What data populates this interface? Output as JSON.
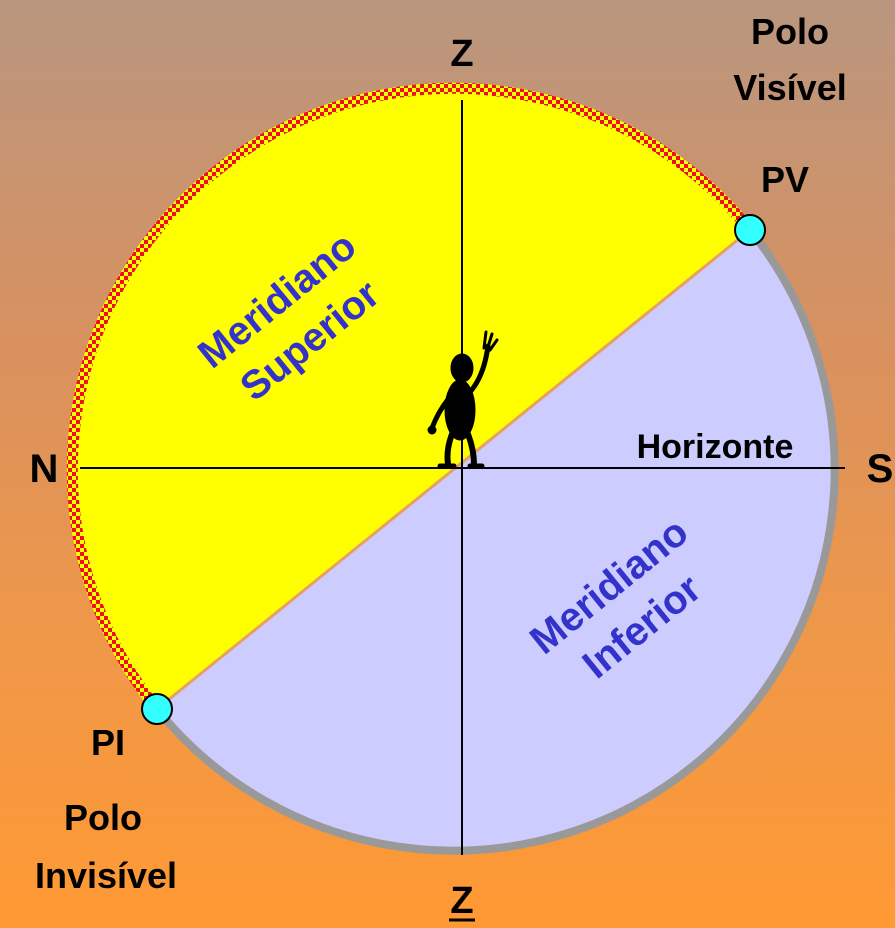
{
  "labels": {
    "zenith": "Z",
    "nadir": "Z",
    "north": "N",
    "south": "S",
    "horizon": "Horizonte",
    "visible_pole_abbr": "PV",
    "visible_pole_line1": "Polo",
    "visible_pole_line2": "Visível",
    "invisible_pole_abbr": "PI",
    "invisible_pole_line1": "Polo",
    "invisible_pole_line2": "Invisível",
    "upper_meridian_line1": "Meridiano",
    "upper_meridian_line2": "Superior",
    "lower_meridian_line1": "Meridiano",
    "lower_meridian_line2": "Inferior"
  },
  "colors": {
    "upper_meridian_fill": "#FFFF00",
    "lower_meridian_fill": "#CCCCFF",
    "meridian_text": "#3333CC",
    "pole_marker": "#33FFFF",
    "rim": "#999999",
    "checkered_rim_red": "#EE1111",
    "checkered_rim_yellow": "#FFFF00"
  },
  "icons": {
    "observer": "observer-figure-icon"
  }
}
